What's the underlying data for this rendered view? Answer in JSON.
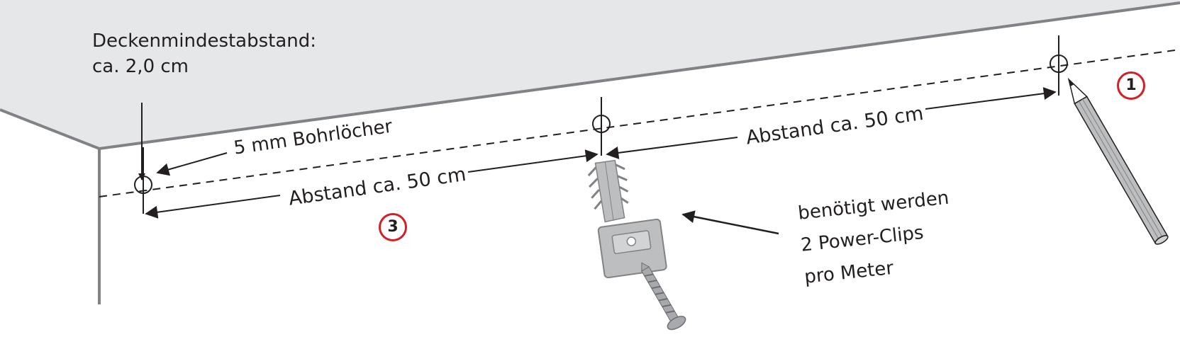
{
  "notes": {
    "ceiling_min_distance_line1": "Deckenmindestabstand:",
    "ceiling_min_distance_line2": "ca. 2,0 cm",
    "drill_holes": "5 mm Bohrlöcher",
    "needed_line1": "benötigt werden",
    "needed_line2": "2 Power-Clips",
    "needed_line3": "pro Meter"
  },
  "dimensions": {
    "left_span": "Abstand ca. 50 cm",
    "right_span": "Abstand ca. 50 cm"
  },
  "steps": {
    "step_one": "1",
    "step_three": "3"
  },
  "colors": {
    "ceiling": "#e6e7e8",
    "line": "#231f20",
    "wall_edge": "#808285",
    "step_ring": "#d31f26",
    "clip": "#bcbec0"
  },
  "icons": [
    "pencil-icon",
    "dowel-icon",
    "power-clip-icon",
    "screw-icon"
  ]
}
